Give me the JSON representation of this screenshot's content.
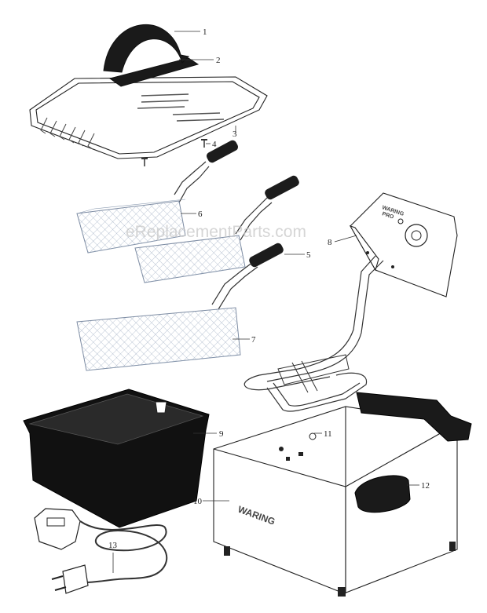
{
  "watermark": "eReplacementParts.com",
  "callouts": [
    "1",
    "2",
    "3",
    "4",
    "5",
    "6",
    "7",
    "8",
    "9",
    "10",
    "11",
    "12",
    "13"
  ],
  "brand": {
    "body_logo": "WARING",
    "panel_logo_line1": "WARING",
    "panel_logo_line2": "PRO"
  }
}
